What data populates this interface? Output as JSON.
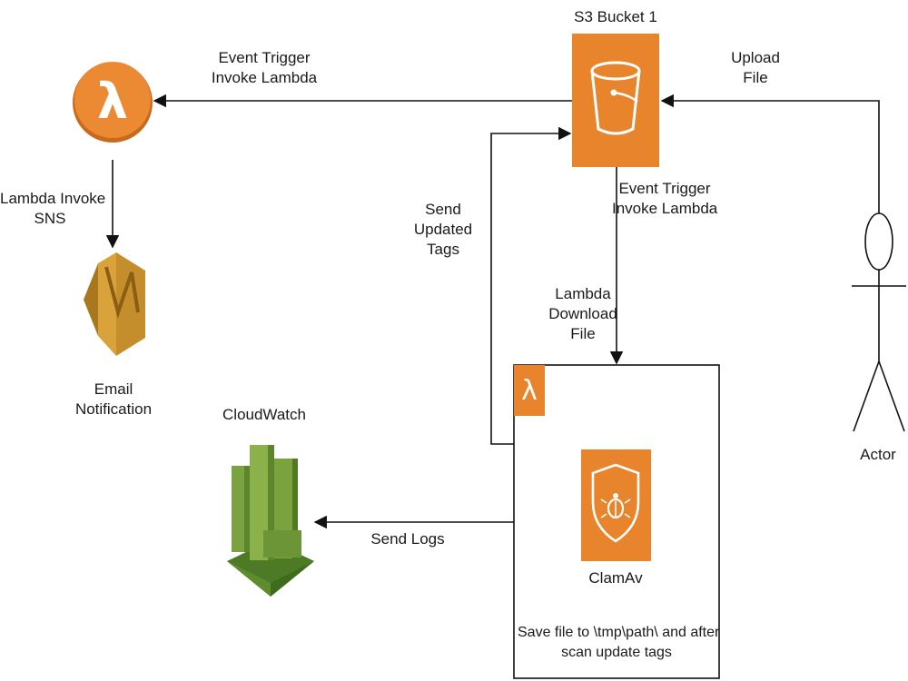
{
  "colors": {
    "lambda_orange": "#e8842c",
    "s3_orange": "#e8842c",
    "sns_gold": "#d9a23b",
    "cloudwatch_green": "#7aa23f",
    "line": "#111111",
    "white": "#ffffff"
  },
  "nodes": {
    "lambda": {
      "icon": "lambda-icon"
    },
    "s3": {
      "label": "S3 Bucket 1",
      "icon": "s3-bucket-icon"
    },
    "sns": {
      "label_line1": "Email",
      "label_line2": "Notification",
      "icon": "sns-icon"
    },
    "cloudwatch": {
      "label": "CloudWatch",
      "icon": "cloudwatch-icon"
    },
    "clamav_container": {
      "icon": "lambda-small-icon",
      "inner_label": "ClamAv",
      "inner_icon": "shield-bug-icon",
      "caption_line1": "Save file to \\tmp\\path\\ and after",
      "caption_line2": "scan update tags"
    },
    "actor": {
      "label": "Actor",
      "icon": "actor-icon"
    }
  },
  "edges": {
    "s3_to_lambda": {
      "line1": "Event Trigger",
      "line2": "Invoke Lambda"
    },
    "actor_to_s3": {
      "line1": "Upload",
      "line2": "File"
    },
    "lambda_to_sns": {
      "line1": "Lambda Invoke",
      "line2": "SNS"
    },
    "clamav_to_s3": {
      "line1": "Send",
      "line2": "Updated",
      "line3": "Tags"
    },
    "s3_to_clamav": {
      "line1": "Event Trigger",
      "line2": "Invoke Lambda"
    },
    "download": {
      "line1": "Lambda",
      "line2": "Download",
      "line3": "File"
    },
    "clamav_to_cloudwatch": {
      "label": "Send Logs"
    }
  }
}
